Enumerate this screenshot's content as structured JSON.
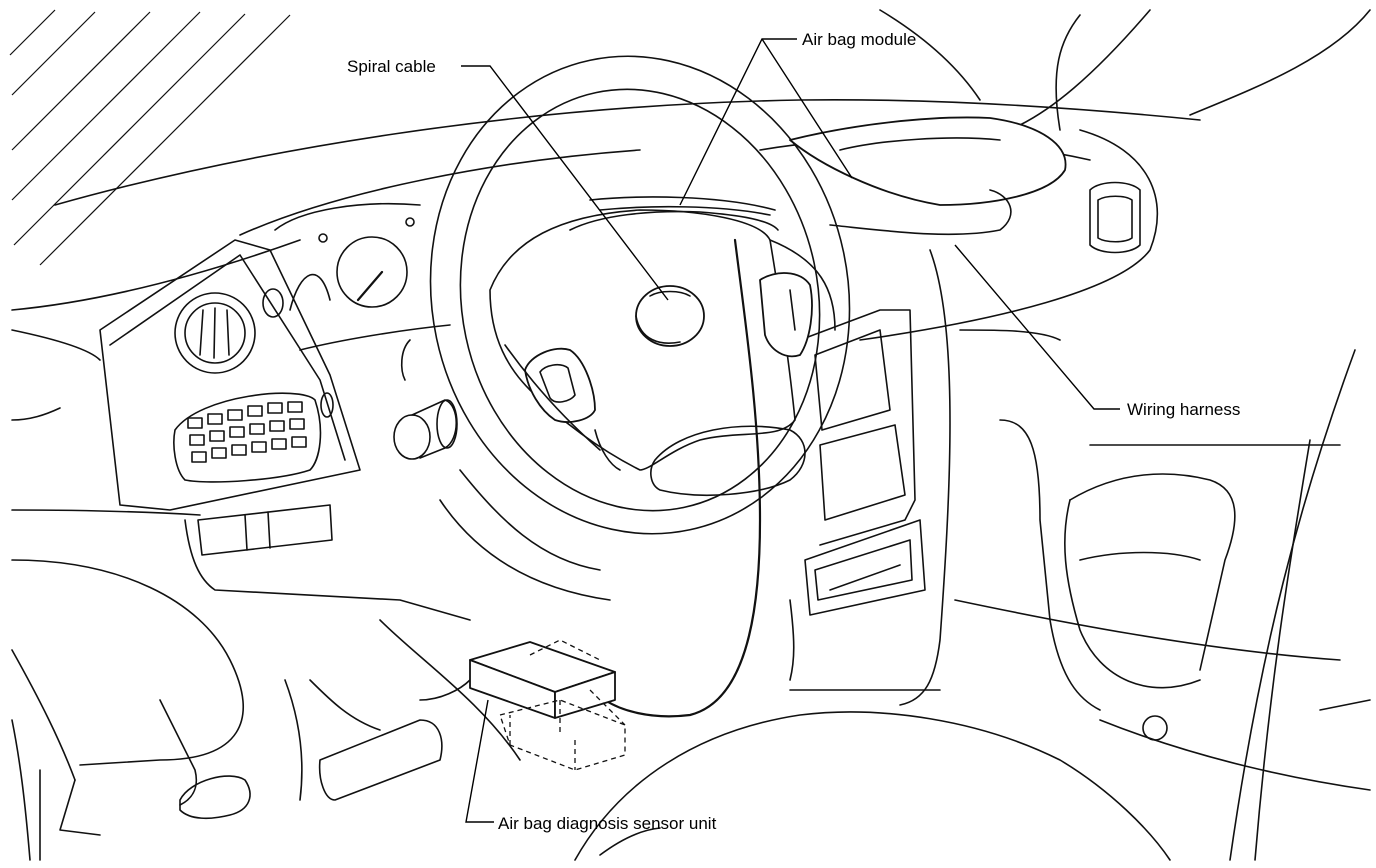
{
  "labels": {
    "spiral_cable": "Spiral cable",
    "air_bag_module": "Air bag module",
    "wiring_harness": "Wiring harness",
    "air_bag_diagnosis_sensor_unit": "Air bag diagnosis sensor unit"
  }
}
